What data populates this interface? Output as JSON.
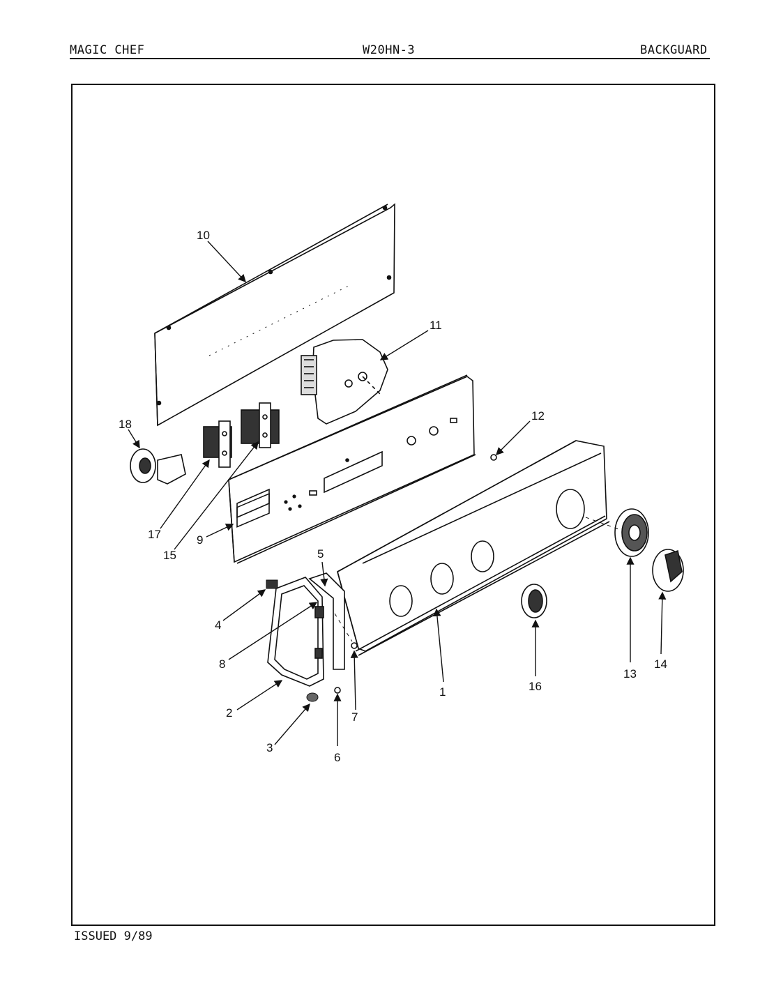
{
  "header": {
    "brand": "MAGIC CHEF",
    "model": "W20HN-3",
    "section": "BACKGUARD"
  },
  "footer": {
    "issued": "ISSUED 9/89"
  },
  "parts": [
    {
      "id": "p1",
      "number": "1"
    },
    {
      "id": "p2",
      "number": "2"
    },
    {
      "id": "p3",
      "number": "3"
    },
    {
      "id": "p4",
      "number": "4"
    },
    {
      "id": "p5",
      "number": "5"
    },
    {
      "id": "p6",
      "number": "6"
    },
    {
      "id": "p7",
      "number": "7"
    },
    {
      "id": "p8",
      "number": "8"
    },
    {
      "id": "p9",
      "number": "9"
    },
    {
      "id": "p10",
      "number": "10"
    },
    {
      "id": "p11",
      "number": "11"
    },
    {
      "id": "p12",
      "number": "12"
    },
    {
      "id": "p13",
      "number": "13"
    },
    {
      "id": "p14",
      "number": "14"
    },
    {
      "id": "p15",
      "number": "15"
    },
    {
      "id": "p16",
      "number": "16"
    },
    {
      "id": "p17",
      "number": "17"
    },
    {
      "id": "p18",
      "number": "18"
    }
  ]
}
